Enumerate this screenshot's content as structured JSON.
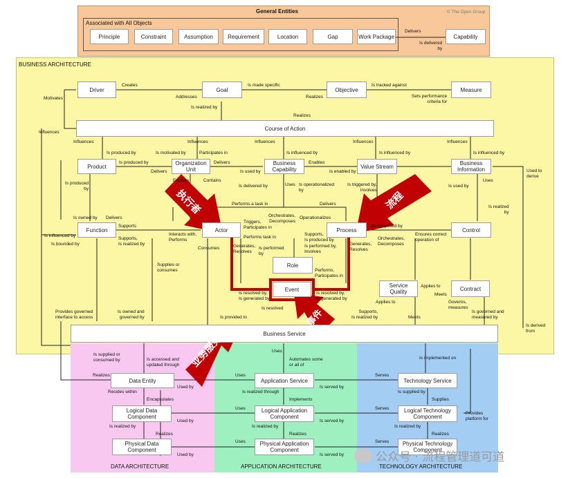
{
  "general": {
    "title": "General Entities",
    "copyright": "© The Open Group",
    "inner_title": "Associated with All Objects",
    "items": [
      "Principle",
      "Constraint",
      "Assumption",
      "Requirement",
      "Location",
      "Gap",
      "Work Package"
    ],
    "capability": "Capability",
    "delivers": "Delivers",
    "is_delivered_by": "Is delivered\nby"
  },
  "business": {
    "title": "BUSINESS ARCHITECTURE",
    "boxes": {
      "driver": "Driver",
      "goal": "Goal",
      "objective": "Objective",
      "measure": "Measure",
      "course": "Course of Action",
      "product": "Product",
      "org_unit": "Organization\nUnit",
      "bcap": "Business\nCapability",
      "value_stream": "Value Stream",
      "binfo": "Business\nInformation",
      "function": "Function",
      "actor": "Actor",
      "process": "Process",
      "control": "Control",
      "role": "Role",
      "event": "Event",
      "service_quality": "Service\nQuality",
      "contract": "Contract",
      "business_service": "Business Service"
    },
    "labels": {
      "creates": "Creates",
      "motivates": "Motivates",
      "addresses": "Addresses",
      "made_specific": "Is made specific",
      "realizes_goal": "Realizes",
      "tracked": "Is tracked against",
      "sets_perf": "Sets performance\ncriteria for",
      "is_realized_by": "Is realized by",
      "realizes_course": "Realizes",
      "influences_left": "Influences",
      "influences1": "Influences",
      "influences2": "Influences",
      "influences3": "Influences",
      "influences4": "Influences",
      "influences5": "Influences",
      "produced_by1": "Is produced by",
      "motivated_by": "Is motivated by",
      "participates_in": "Participates in",
      "influenced_by1": "Is influenced by",
      "influenced_by2": "Is influenced by",
      "influenced_by3": "Is influenced by",
      "produced_by2": "Is produced by",
      "delivers1": "Delivers",
      "delivers2": "Delivers",
      "is_used_by1": "Is used by",
      "enables1": "Enables",
      "enabled_by": "Is enabled by",
      "enables2": "Enables",
      "contains": "Contains",
      "produced_by3": "Is produced\nby",
      "delivered_by": "Is delivered by",
      "uses1": "Uses",
      "operationalized": "Is operationalized\nby",
      "triggered_by": "Is triggered by,\nInvolves",
      "is_used_by2": "Is used by",
      "uses2": "Uses",
      "realized_by_right": "Is realized\nby",
      "used_to_derive": "Used to\nderive",
      "owned_by1": "Is owned by",
      "delivers3": "Delivers",
      "performs_task": "Performs a task in",
      "delivers4": "Delivers",
      "operationalizes": "Operationalizes",
      "orchestrates1": "Orchestrates,\nDecomposes",
      "supports1": "Supports",
      "influenced_by_left": "Is influenced by",
      "bounded_by": "Is bounded by",
      "supports_realized": "Supports,\nIs realized by",
      "interacts": "Interacts with,\nPerforms",
      "triggers": "Triggers,\nParticipates in",
      "performs_task2": "Performs task in",
      "supports_produced": "Supports,\nIs produced by",
      "performed_by": "Is performed by,\nInvolves",
      "decomposed_by": "decomposed by",
      "orchestrates2": "Orchestrates,\nDecomposes",
      "ensures": "Ensures correct\noperation of",
      "consumes": "Consumes",
      "generates1": "Generates,\nResolves",
      "is_performed_by": "Is performed\nby",
      "generates2": "Generates,\nResolves",
      "supplies": "Supplies or\nconsumes",
      "performs_participates": "Performs,\nParticipates in",
      "applies_to1": "Applies to",
      "meets1": "Meets",
      "resolved_gen1": "Is resolved by,\nIs generated by",
      "resolved_gen2": "Is resolved by,\nIs generated by",
      "applies_to2": "Applies to",
      "governs": "Governs,\nmeasures",
      "provides_governed": "Provides governed\ninterface to access",
      "owned_governed": "Is owned and\ngoverned by",
      "is_resolved": "Is resolved",
      "is_provided_to": "Is provided to",
      "supports_realized2": "Supports,\nIs realized by",
      "meets2": "Meets",
      "governed_measured": "Is governed and\nmeasured by",
      "derived_from": "Is derived\nfrom"
    }
  },
  "data_arch": {
    "title": "DATA ARCHITECTURE",
    "boxes": {
      "entity": "Data Entity",
      "logical": "Logical Data\nComponent",
      "physical": "Physical Data\nComponent"
    },
    "labels": {
      "supplied": "Is supplied or\nconsumed by",
      "accessed": "Is accessed and\nupdated through",
      "realizes": "Realizes",
      "resides": "Resides within",
      "used_by1": "Used by",
      "encapsulates": "Encapsulates",
      "used_by2": "Used by",
      "is_realized_by": "Is realized by",
      "realizes2": "Realizes",
      "used_by3": "Used by"
    }
  },
  "app_arch": {
    "title": "APPLICATION ARCHITECTURE",
    "boxes": {
      "service": "Application Service",
      "logical": "Logical Application\nComponent",
      "physical": "Physical Application\nComponent"
    },
    "labels": {
      "uses_top": "Uses",
      "automates": "Automates some\nor all of",
      "uses1": "Uses",
      "is_served_by1": "Is served by",
      "realized_through": "Is realized through",
      "implements": "Implements",
      "uses2": "Uses",
      "is_served_by2": "Is served by",
      "is_realized_by": "Is realized by",
      "realizes": "Realizes",
      "uses3": "Uses",
      "is_served_by3": "Is served by"
    }
  },
  "tech_arch": {
    "title": "TECHNOLOGY ARCHITECTURE",
    "boxes": {
      "service": "Technology Service",
      "logical": "Logical Technology\nComponent",
      "physical": "Physical Technology\nComponent"
    },
    "labels": {
      "implemented_on": "Is implemented on",
      "serves1": "Serves",
      "supplied_by": "Is supplied by",
      "supplies": "Supplies",
      "provides_platform": "Provides\nplatform for",
      "serves2": "Serves",
      "is_realized_by": "Is realized by",
      "realizes": "Realizes",
      "serves3": "Serves"
    }
  },
  "annotations": {
    "executor": "执行者",
    "process": "流程",
    "event": "事件",
    "business_service": "业务服务"
  },
  "watermark": "公众号 · 流程管理道可道",
  "colors": {
    "general_bg": "#f9c89a",
    "business_bg": "#fbf7a4",
    "data_bg": "#f9c8f0",
    "app_bg": "#9ff0c0",
    "tech_bg": "#a4cdf4",
    "highlight": "#c00000"
  }
}
